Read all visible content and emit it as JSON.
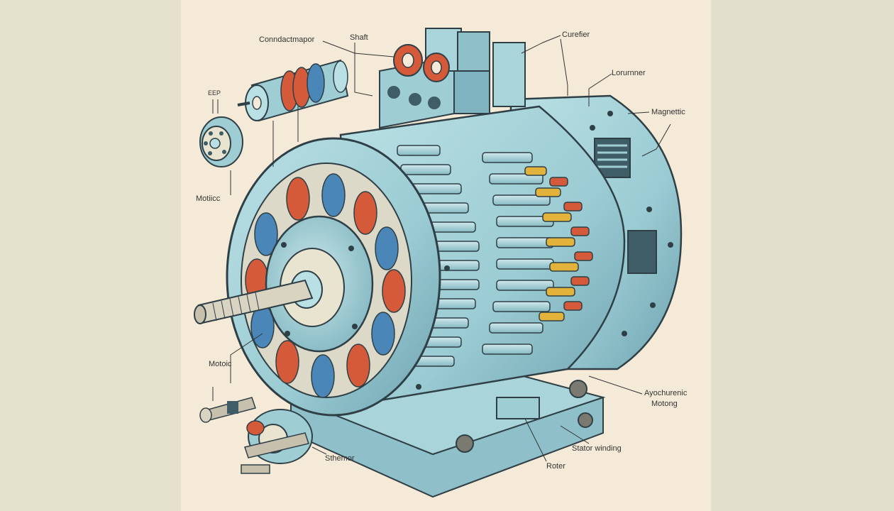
{
  "diagram": {
    "labels": {
      "conductmapor": "Conndactmapor",
      "shaft": "Shaft",
      "curefier": "Curefier",
      "lorurnner": "Lorurnner",
      "magnetic": "Magnettic",
      "eep": "EEP",
      "moticc": "Motiicc",
      "motoic": "Motoic",
      "asynchronic": "Ayochurenic",
      "motong": "Motong",
      "stator_winding": "Stator winding",
      "sthemor": "Sthemor",
      "roter": "Roter"
    }
  },
  "colors": {
    "paper": "#f5ead8",
    "side_panel": "#e4e2cd",
    "motor_body": "#9fcdd4",
    "motor_shadow": "#6fa6b3",
    "copper_winding": "#d55a3a",
    "blue_winding": "#4a86b8",
    "yellow_winding": "#e2b23a",
    "outline": "#2f3f46"
  }
}
